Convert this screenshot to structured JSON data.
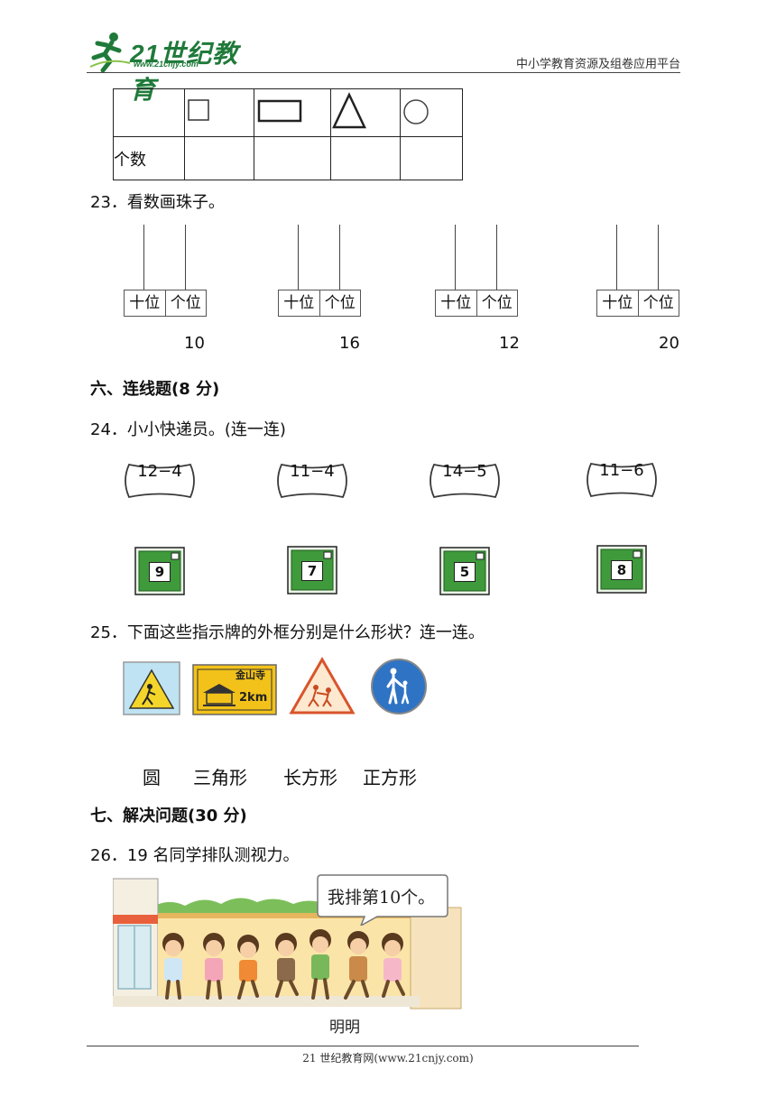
{
  "header": {
    "logo_text": "21世纪教育",
    "logo_url": "www.21cnjy.com",
    "platform": "中小学教育资源及组卷应用平台"
  },
  "shape_table": {
    "row_label": "个数",
    "shapes": [
      "square",
      "rectangle",
      "triangle",
      "circle"
    ]
  },
  "q23": {
    "title": "23．看数画珠子。",
    "tens_label": "十位",
    "ones_label": "个位",
    "numbers": [
      "10",
      "16",
      "12",
      "20"
    ]
  },
  "section6": {
    "title": "六、连线题(8 分)"
  },
  "q24": {
    "title": "24．小小快递员。(连一连)",
    "expressions": [
      "12−4",
      "11−4",
      "14−5",
      "11−6"
    ],
    "mailboxes": [
      "9",
      "7",
      "5",
      "8"
    ]
  },
  "q25": {
    "title": "25．下面这些指示牌的外框分别是什么形状？连一连。",
    "sign_text": "金山寺",
    "sign_distance": "2km",
    "shape_words": [
      "圆",
      "三角形",
      "长方形",
      "正方形"
    ]
  },
  "section7": {
    "title": "七、解决问题(30 分)"
  },
  "q26": {
    "title": "26．19 名同学排队测视力。",
    "speech": "我排第10个。",
    "name": "明明"
  },
  "footer": {
    "text": "21 世纪教育网(www.21cnjy.com)"
  },
  "colors": {
    "brand_green": "#1f7a3a",
    "mailbox_green": "#3f9a3b",
    "sign_blue": "#2f73c4",
    "sign_yellow": "#f2c21a"
  }
}
